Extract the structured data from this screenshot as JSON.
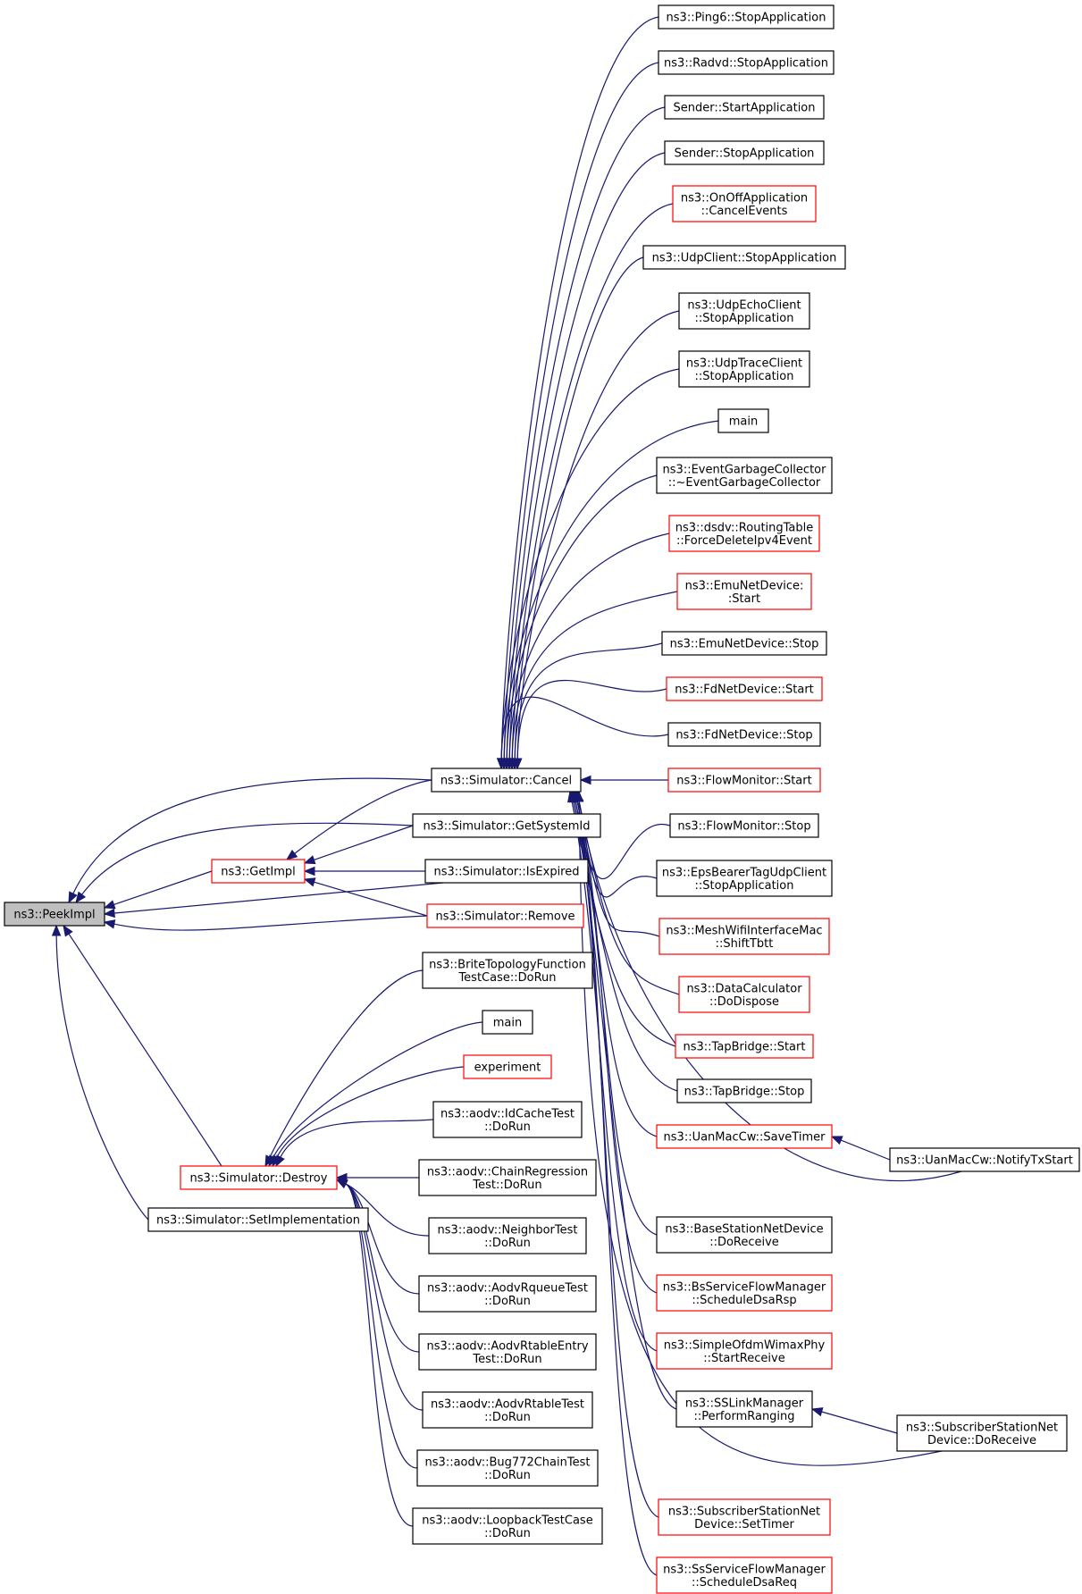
{
  "colors": {
    "edge": "#191970",
    "border_normal": "#000000",
    "border_linked": "#ff0000",
    "root_fill": "#bfbfbf",
    "text": "#000000"
  },
  "nodes": [
    {
      "id": "peekimpl",
      "lines": [
        "ns3::PeekImpl"
      ],
      "style": "root"
    },
    {
      "id": "cancel",
      "lines": [
        "ns3::Simulator::Cancel"
      ],
      "style": "normal"
    },
    {
      "id": "getsystemid",
      "lines": [
        "ns3::Simulator::GetSystemId"
      ],
      "style": "normal"
    },
    {
      "id": "getimpl",
      "lines": [
        "ns3::GetImpl"
      ],
      "style": "linked"
    },
    {
      "id": "isexpired",
      "lines": [
        "ns3::Simulator::IsExpired"
      ],
      "style": "normal"
    },
    {
      "id": "remove",
      "lines": [
        "ns3::Simulator::Remove"
      ],
      "style": "linked"
    },
    {
      "id": "destroy",
      "lines": [
        "ns3::Simulator::Destroy"
      ],
      "style": "linked"
    },
    {
      "id": "setimpl",
      "lines": [
        "ns3::Simulator::SetImplementation"
      ],
      "style": "normal"
    },
    {
      "id": "ping6",
      "lines": [
        "ns3::Ping6::StopApplication"
      ],
      "style": "normal"
    },
    {
      "id": "radvd",
      "lines": [
        "ns3::Radvd::StopApplication"
      ],
      "style": "normal"
    },
    {
      "id": "senderstart",
      "lines": [
        "Sender::StartApplication"
      ],
      "style": "normal"
    },
    {
      "id": "senderstop",
      "lines": [
        "Sender::StopApplication"
      ],
      "style": "normal"
    },
    {
      "id": "onoff",
      "lines": [
        "ns3::OnOffApplication",
        "::CancelEvents"
      ],
      "style": "linked"
    },
    {
      "id": "udpclient",
      "lines": [
        "ns3::UdpClient::StopApplication"
      ],
      "style": "normal"
    },
    {
      "id": "udpecho",
      "lines": [
        "ns3::UdpEchoClient",
        "::StopApplication"
      ],
      "style": "normal"
    },
    {
      "id": "udptrace",
      "lines": [
        "ns3::UdpTraceClient",
        "::StopApplication"
      ],
      "style": "normal"
    },
    {
      "id": "main1",
      "lines": [
        "main"
      ],
      "style": "normal"
    },
    {
      "id": "evgc",
      "lines": [
        "ns3::EventGarbageCollector",
        "::~EventGarbageCollector"
      ],
      "style": "normal"
    },
    {
      "id": "dsdv",
      "lines": [
        "ns3::dsdv::RoutingTable",
        "::ForceDeleteIpv4Event"
      ],
      "style": "linked"
    },
    {
      "id": "emustart",
      "lines": [
        "ns3::EmuNetDevice:",
        ":Start"
      ],
      "style": "linked"
    },
    {
      "id": "emustop",
      "lines": [
        "ns3::EmuNetDevice::Stop"
      ],
      "style": "normal"
    },
    {
      "id": "fdstart",
      "lines": [
        "ns3::FdNetDevice::Start"
      ],
      "style": "linked"
    },
    {
      "id": "fdstop",
      "lines": [
        "ns3::FdNetDevice::Stop"
      ],
      "style": "normal"
    },
    {
      "id": "flowstart",
      "lines": [
        "ns3::FlowMonitor::Start"
      ],
      "style": "linked"
    },
    {
      "id": "flowstop",
      "lines": [
        "ns3::FlowMonitor::Stop"
      ],
      "style": "normal"
    },
    {
      "id": "epsbearer",
      "lines": [
        "ns3::EpsBearerTagUdpClient",
        "::StopApplication"
      ],
      "style": "normal"
    },
    {
      "id": "meshwifi",
      "lines": [
        "ns3::MeshWifiInterfaceMac",
        "::ShiftTbtt"
      ],
      "style": "linked"
    },
    {
      "id": "datacalc",
      "lines": [
        "ns3::DataCalculator",
        "::DoDispose"
      ],
      "style": "linked"
    },
    {
      "id": "tapstart",
      "lines": [
        "ns3::TapBridge::Start"
      ],
      "style": "linked"
    },
    {
      "id": "tapstop",
      "lines": [
        "ns3::TapBridge::Stop"
      ],
      "style": "normal"
    },
    {
      "id": "uansave",
      "lines": [
        "ns3::UanMacCw::SaveTimer"
      ],
      "style": "linked"
    },
    {
      "id": "uannotify",
      "lines": [
        "ns3::UanMacCw::NotifyTxStart"
      ],
      "style": "normal"
    },
    {
      "id": "bsnetdev",
      "lines": [
        "ns3::BaseStationNetDevice",
        "::DoReceive"
      ],
      "style": "normal"
    },
    {
      "id": "bsflow",
      "lines": [
        "ns3::BsServiceFlowManager",
        "::ScheduleDsaRsp"
      ],
      "style": "linked"
    },
    {
      "id": "ofdm",
      "lines": [
        "ns3::SimpleOfdmWimaxPhy",
        "::StartReceive"
      ],
      "style": "linked"
    },
    {
      "id": "sslink",
      "lines": [
        "ns3::SSLinkManager",
        "::PerformRanging"
      ],
      "style": "normal"
    },
    {
      "id": "ssnetrecv",
      "lines": [
        "ns3::SubscriberStationNet",
        "Device::DoReceive"
      ],
      "style": "normal"
    },
    {
      "id": "ssnettimer",
      "lines": [
        "ns3::SubscriberStationNet",
        "Device::SetTimer"
      ],
      "style": "linked"
    },
    {
      "id": "ssflow",
      "lines": [
        "ns3::SsServiceFlowManager",
        "::ScheduleDsaReq"
      ],
      "style": "linked"
    },
    {
      "id": "brite",
      "lines": [
        "ns3::BriteTopologyFunction",
        "TestCase::DoRun"
      ],
      "style": "normal"
    },
    {
      "id": "main2",
      "lines": [
        "main"
      ],
      "style": "normal"
    },
    {
      "id": "experiment",
      "lines": [
        "experiment"
      ],
      "style": "linked"
    },
    {
      "id": "idcache",
      "lines": [
        "ns3::aodv::IdCacheTest",
        "::DoRun"
      ],
      "style": "normal"
    },
    {
      "id": "chainreg",
      "lines": [
        "ns3::aodv::ChainRegression",
        "Test::DoRun"
      ],
      "style": "normal"
    },
    {
      "id": "neighbor",
      "lines": [
        "ns3::aodv::NeighborTest",
        "::DoRun"
      ],
      "style": "normal"
    },
    {
      "id": "rqueue",
      "lines": [
        "ns3::aodv::AodvRqueueTest",
        "::DoRun"
      ],
      "style": "normal"
    },
    {
      "id": "rtableentry",
      "lines": [
        "ns3::aodv::AodvRtableEntry",
        "Test::DoRun"
      ],
      "style": "normal"
    },
    {
      "id": "rtable",
      "lines": [
        "ns3::aodv::AodvRtableTest",
        "::DoRun"
      ],
      "style": "normal"
    },
    {
      "id": "bug772",
      "lines": [
        "ns3::aodv::Bug772ChainTest",
        "::DoRun"
      ],
      "style": "normal"
    },
    {
      "id": "loopback",
      "lines": [
        "ns3::aodv::LoopbackTestCase",
        "::DoRun"
      ],
      "style": "normal"
    }
  ]
}
